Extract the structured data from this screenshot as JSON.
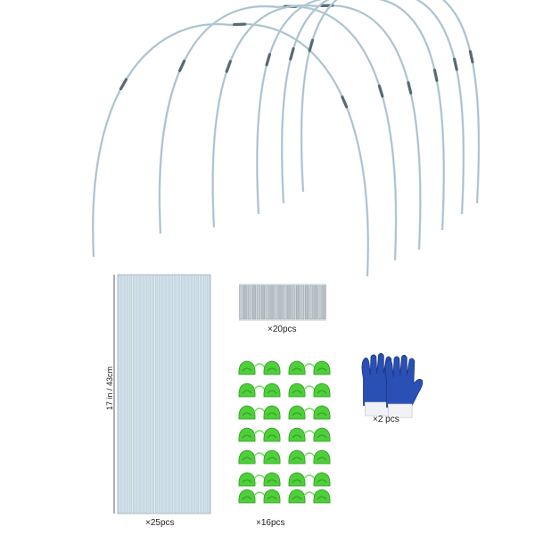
{
  "product": {
    "hoops": {
      "count": 6,
      "color": "#b9cfd9",
      "joint_color": "#556a75"
    },
    "rods": {
      "count": 25,
      "label": "×25pcs",
      "length_label": "17 in / 43cm",
      "color": "#cfe0ea"
    },
    "connectors": {
      "count": 20,
      "label": "×20pcs",
      "color": "#c3ccd2"
    },
    "clips": {
      "count": 16,
      "label": "×16pcs",
      "color": "#4fcf3a"
    },
    "gloves": {
      "count": 2,
      "label": "×2 pcs",
      "palm_color": "#2a4fb5",
      "knit_color": "#f0f2f6"
    }
  }
}
